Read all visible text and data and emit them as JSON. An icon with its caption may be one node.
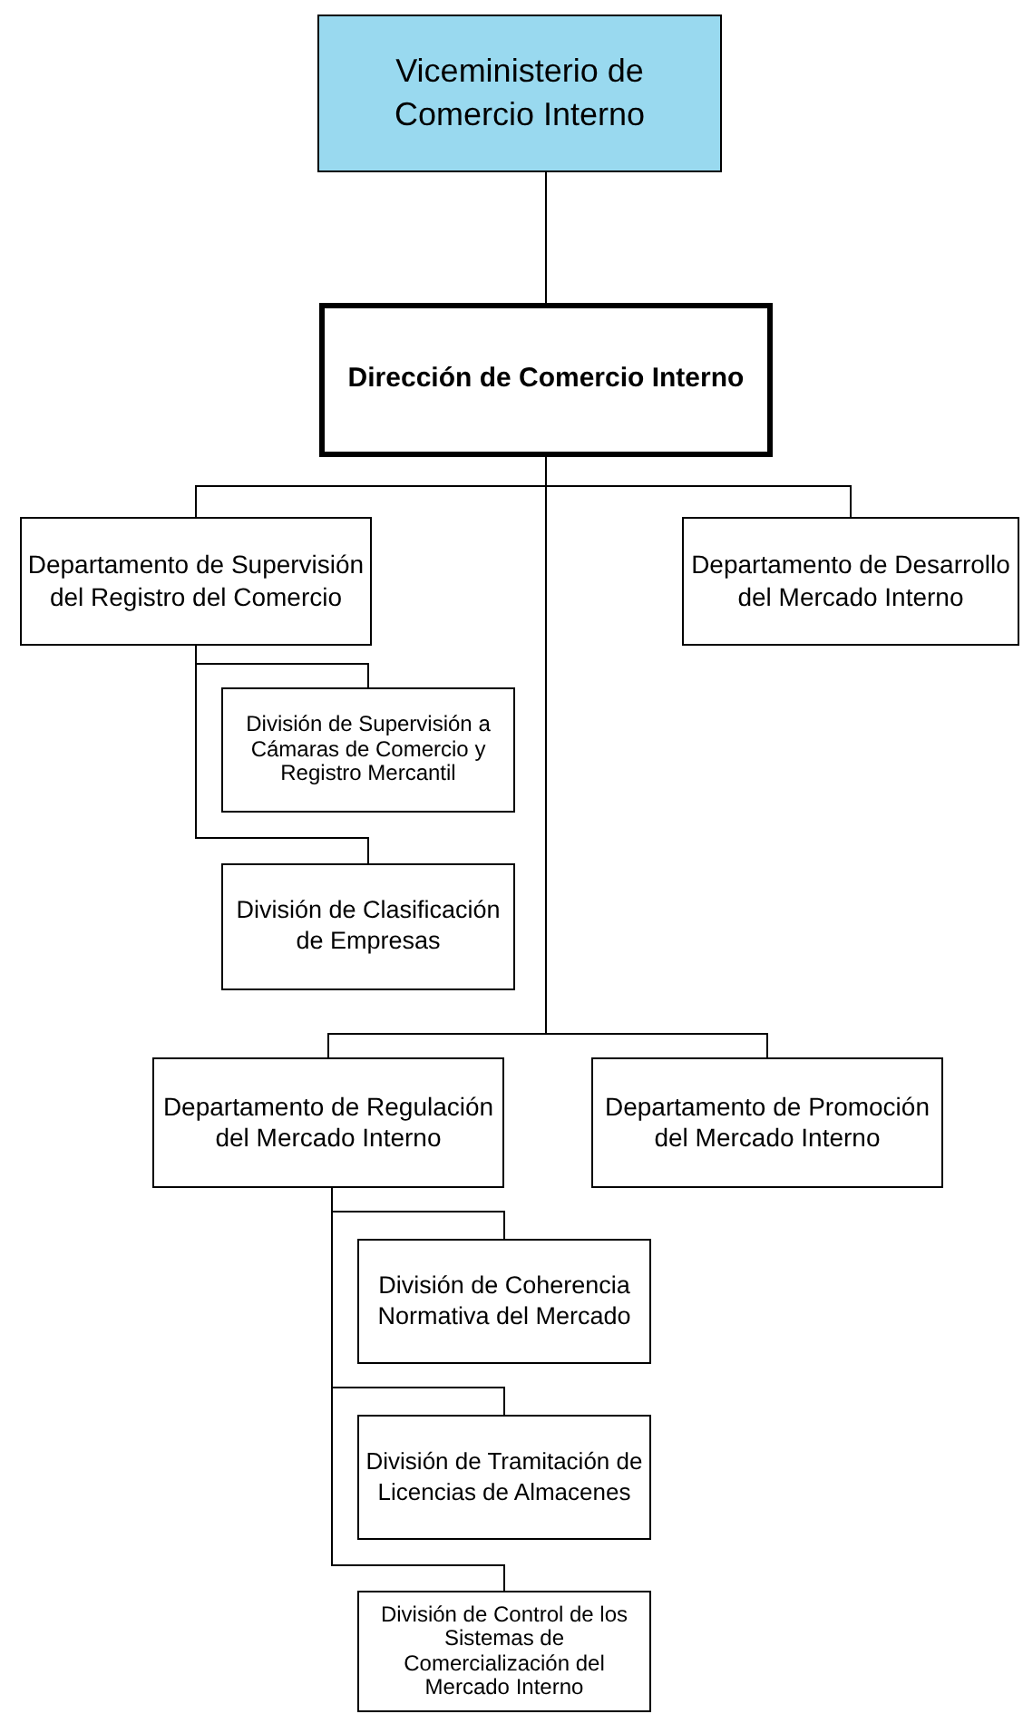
{
  "diagram": {
    "nodes": [
      {
        "text": [
          "Viceministerio de Comercio Interno"
        ]
      },
      {
        "text": [
          "Dirección de Comercio Interno"
        ]
      },
      {
        "text": [
          "Departamento de Supervisión del Registro del Comercio"
        ]
      },
      {
        "text": [
          "Departamento de Desarrollo del Mercado Interno"
        ]
      },
      {
        "text": [
          "División de Supervisión a Cámaras de Comercio y Registro Mercantil"
        ]
      },
      {
        "text": [
          "División de Clasificación de Empresas"
        ]
      },
      {
        "text": [
          "Departamento de Regulación del Mercado Interno"
        ]
      },
      {
        "text": [
          "Departamento de Promoción del Mercado Interno"
        ]
      },
      {
        "text": [
          "División de Coherencia Normativa del Mercado"
        ]
      },
      {
        "text": [
          "División de Tramitación de Licencias de Almacenes"
        ]
      },
      {
        "text": [
          "División de Control de los Sistemas de Comercialización del Mercado Interno"
        ]
      }
    ],
    "edges": [
      {
        "from": 0,
        "to": 1,
        "arrow": "none"
      },
      {
        "from": 1,
        "to": 2,
        "arrow": "none"
      },
      {
        "from": 1,
        "to": 3,
        "arrow": "none"
      },
      {
        "from": 1,
        "to": 6,
        "arrow": "none"
      },
      {
        "from": 1,
        "to": 7,
        "arrow": "none"
      },
      {
        "from": 2,
        "to": 4,
        "arrow": "none"
      },
      {
        "from": 2,
        "to": 5,
        "arrow": "none"
      },
      {
        "from": 6,
        "to": 8,
        "arrow": "none"
      },
      {
        "from": 6,
        "to": 9,
        "arrow": "none"
      },
      {
        "from": 6,
        "to": 10,
        "arrow": "none"
      }
    ]
  }
}
